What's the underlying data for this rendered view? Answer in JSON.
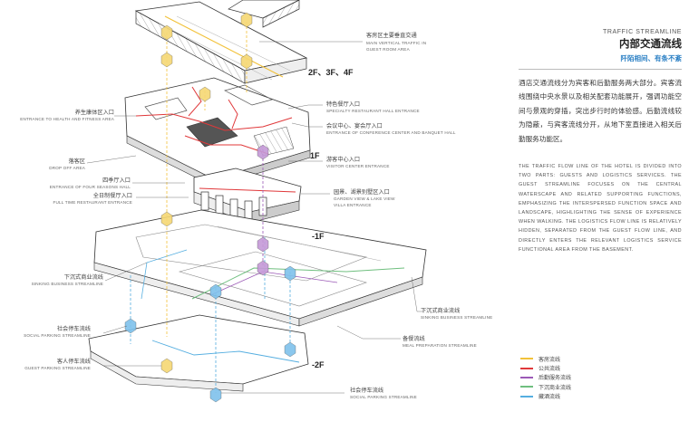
{
  "header": {
    "title_en": "TRAFFIC STREAMLINE",
    "title_cn": "内部交通流线",
    "subtitle_cn": "阡陌相间、有条不紊"
  },
  "description_cn": "酒店交通流线分为宾客和后勤服务两大部分。宾客流线围绕中央水景以及相关配套功能展开，强调功能空间与景观的穿插，突出步行时的体验感。后勤流线较为隐蔽，与宾客流线分开，从地下室直接进入相关后勤服务功能区。",
  "description_en": "THE TRAFFIC FLOW LINE OF THE HOTEL IS DIVIDED INTO TWO PARTS: GUESTS AND LOGISTICS SERVICES. THE GUEST STREAMLINE FOCUSES ON THE CENTRAL WATERSCAPE AND RELATED SUPPORTING FUNCTIONS, EMPHASIZING THE INTERSPERSED FUNCTION SPACE AND LANDSCAPE, HIGHLIGHTING THE SENSE OF EXPERIENCE WHEN WALKING. THE LOGISTICS FLOW LINE IS RELATIVELY HIDDEN, SEPARATED FROM THE GUEST FLOW LINE, AND DIRECTLY ENTERS THE RELEVANT LOGISTICS SERVICE FUNCTIONAL AREA FROM THE BASEMENT.",
  "floors": {
    "upper": "2F、3F、4F",
    "first": "1F",
    "b1": "-1F",
    "b2": "-2F"
  },
  "labels": {
    "vertical_cn": "客房区主要垂直交通",
    "vertical_en1": "MAIN VERTICAL TRAFFIC IN",
    "vertical_en2": "GUEST ROOM AREA",
    "health_cn": "养生康体区入口",
    "health_en": "ENTRANCE TO HEALTH AND FITNESS AREA",
    "specialty_cn": "特色餐厅入口",
    "specialty_en": "SPECIALTY RESTAURANT HALL ENTRANCE",
    "conference_cn": "会议中心、宴会厅入口",
    "conference_en": "ENTRANCE OF CONFERENCE CENTER AND BANQUET HALL",
    "dropoff_cn": "落客区",
    "dropoff_en": "DROP OFF AREA",
    "visitor_cn": "游客中心入口",
    "visitor_en": "VISITOR CENTER ENTRANCE",
    "fourseasons_cn": "四季厅入口",
    "fourseasons_en": "ENTRANCE OF FOUR SEASONS HALL",
    "fulltime_cn": "全日制餐厅入口",
    "fulltime_en": "FULL TIME RESTAURANT ENTRANCE",
    "villa_cn": "园景、湖景别墅区入口",
    "villa_en1": "GARDEN VIEW & LAKE VIEW",
    "villa_en2": "VILLA ENTRANCE",
    "sinking_left_cn": "下沉式商业流线",
    "sinking_left_en": "SINKING BUSINESS STREAMLINE",
    "sinking_right_cn": "下沉式商业流线",
    "sinking_right_en": "SINKING BUSINESS STREAMLINE",
    "social_left_cn": "社会停车流线",
    "social_left_en": "SOCIAL PARKING STREAMLINE",
    "meal_cn": "备餐流线",
    "meal_en": "MEAL PREPARATION STREAMLINE",
    "guestpark_cn": "客人停车流线",
    "guestpark_en": "GUEST PARKING STREAMLINE",
    "social_bottom_cn": "社会停车流线",
    "social_bottom_en": "SOCIAL PARKING STREAMLINE"
  },
  "legend": [
    {
      "label": "客房流线",
      "color": "#f2c23a"
    },
    {
      "label": "公共流线",
      "color": "#e0383a"
    },
    {
      "label": "后勤服务流线",
      "color": "#9b59b6"
    },
    {
      "label": "下沉商业流线",
      "color": "#6fbf7f"
    },
    {
      "label": "藏酒流线",
      "color": "#55aee0"
    }
  ],
  "colors": {
    "guest": "#f2c23a",
    "public": "#e0383a",
    "logistics": "#9b59b6",
    "sinking": "#6fbf7f",
    "parking": "#55aee0",
    "line_art": "#555555"
  }
}
